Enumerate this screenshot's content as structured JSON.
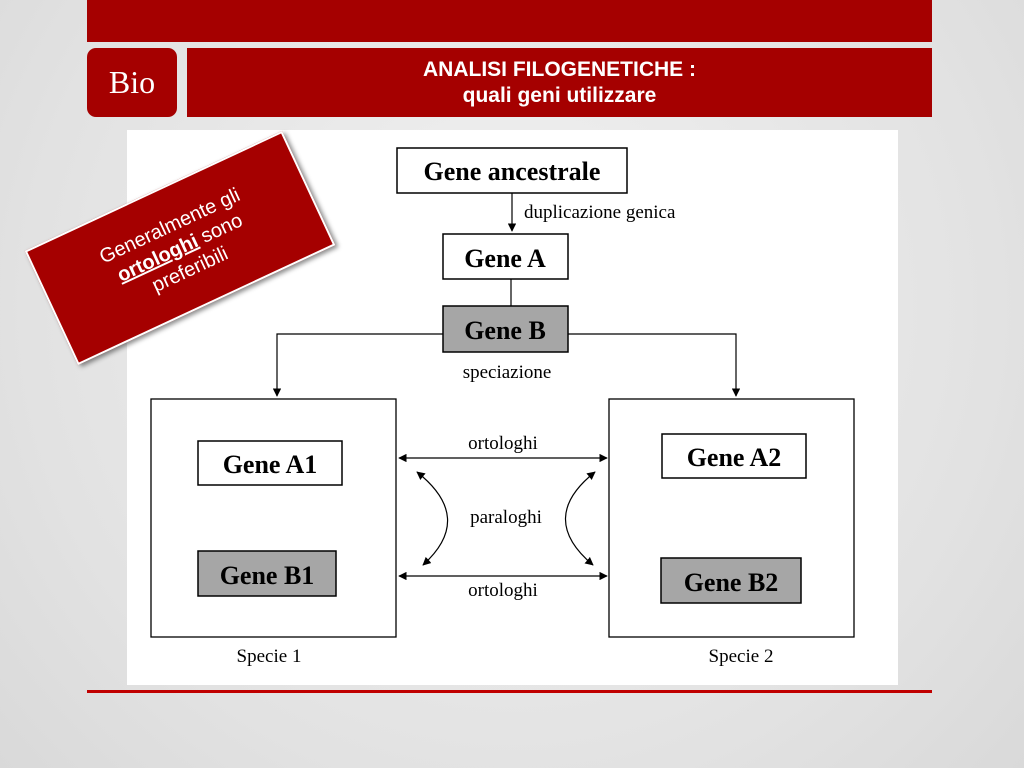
{
  "header": {
    "logo": "Bio",
    "title_line1": "ANALISI FILOGENETICHE :",
    "title_line2": "quali geni utilizzare"
  },
  "callout": {
    "text_before": "Generalmente gli",
    "emphasis": "ortologhi",
    "text_middle": "sono",
    "text_after": "preferibili"
  },
  "diagram": {
    "gene_ancestrale": "Gene ancestrale",
    "duplicazione": "duplicazione genica",
    "gene_a": "Gene A",
    "gene_b": "Gene B",
    "speciazione": "speciazione",
    "gene_a1": "Gene A1",
    "gene_b1": "Gene B1",
    "gene_a2": "Gene A2",
    "gene_b2": "Gene B2",
    "ortologhi_top": "ortologhi",
    "paraloghi": "paraloghi",
    "ortologhi_bottom": "ortologhi",
    "specie1": "Specie 1",
    "specie2": "Specie 2"
  },
  "colors": {
    "accent": "#a50000",
    "shaded_box": "#a6a6a6"
  }
}
